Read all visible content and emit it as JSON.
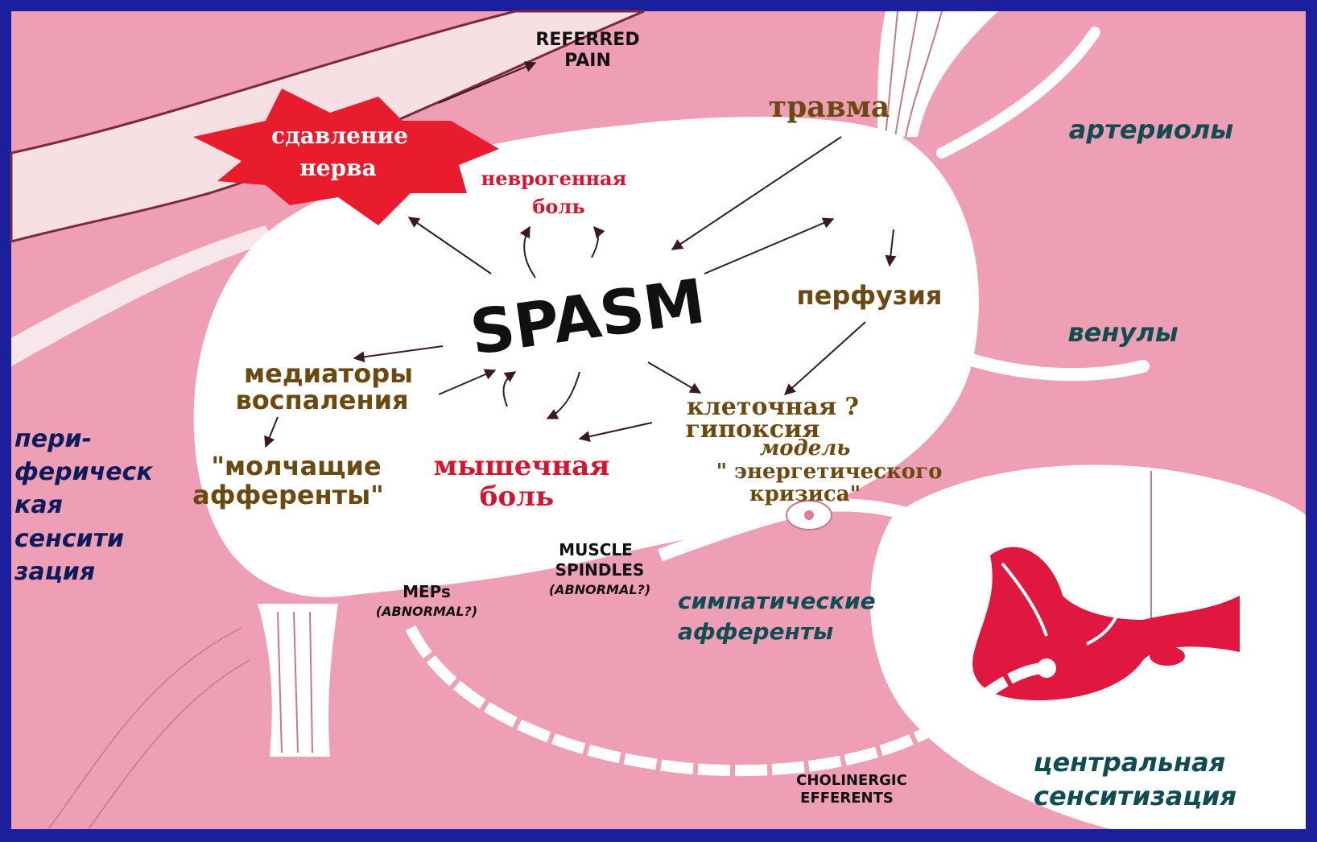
{
  "colors": {
    "frame": "#1b1f9e",
    "background": "#ef9fb5",
    "muscle": "#ffffff",
    "star": "#e81c2c",
    "grey_matter": "#e0173f",
    "brown_text": "#6b4a12",
    "teal_text": "#0f4d52",
    "red_text": "#d41530"
  },
  "labels": {
    "referred_pain_line1": "REFERRED",
    "referred_pain_line2": "PAIN",
    "nerve_compression_line1": "сдавление",
    "nerve_compression_line2": "нерва",
    "neurogenic_pain_line1": "неврогенная",
    "neurogenic_pain_line2": "боль",
    "trauma": "травма",
    "arterioles": "артериолы",
    "spasm": "SPASM",
    "perfusion": "перфузия",
    "venules": "венулы",
    "inflammatory_mediators_line1": "медиаторы",
    "inflammatory_mediators_line2": "воспаления",
    "cellular_hypoxia_line1": "клеточная ?",
    "cellular_hypoxia_line2": "гипоксия",
    "energy_crisis_line1": "модель",
    "energy_crisis_line2": "\" энергетического",
    "energy_crisis_line3": "кризиса\"",
    "silent_afferents_line1": "\"молчащие",
    "silent_afferents_line2": "афференты\"",
    "muscle_pain_line1": "мышечная",
    "muscle_pain_line2": "боль",
    "peripheral_sens_line1": "пери-",
    "peripheral_sens_line2": "ферическ",
    "peripheral_sens_line3": "кая",
    "peripheral_sens_line4": "сенсити",
    "peripheral_sens_line5": "зация",
    "muscle_spindles_line1": "MUSCLE",
    "muscle_spindles_line2": "SPINDLES",
    "muscle_spindles_line3": "(ABNORMAL?)",
    "meps_line1": "MEPs",
    "meps_line2": "(ABNORMAL?)",
    "sympathetic_afferents_line1": "симпатические",
    "sympathetic_afferents_line2": "афференты",
    "cholinergic_line1": "CHOLINERGIC",
    "cholinergic_line2": "EFFERENTS",
    "central_sens_line1": "центральная",
    "central_sens_line2": "сенситизация"
  }
}
